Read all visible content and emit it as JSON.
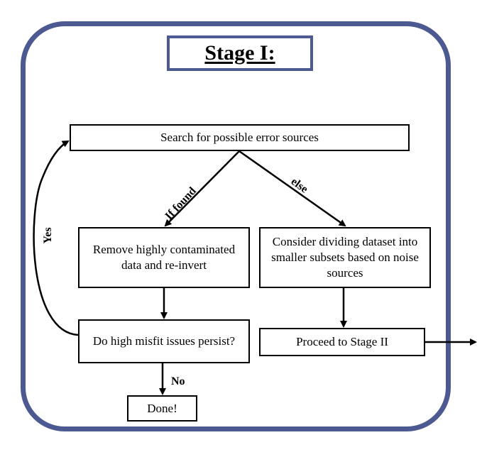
{
  "title": "Stage I:",
  "colors": {
    "frame": "#4d5a91",
    "box_border": "#000000",
    "text": "#000000"
  },
  "nodes": {
    "search": "Search for possible error sources",
    "remove": "Remove highly contaminated data and re-invert",
    "consider": "Consider dividing dataset into smaller subsets based on noise sources",
    "persist": "Do high misfit issues persist?",
    "proceed": "Proceed to Stage II",
    "done": "Done!"
  },
  "edge_labels": {
    "if_found": "If found",
    "else": "else",
    "yes": "Yes",
    "no": "No"
  }
}
